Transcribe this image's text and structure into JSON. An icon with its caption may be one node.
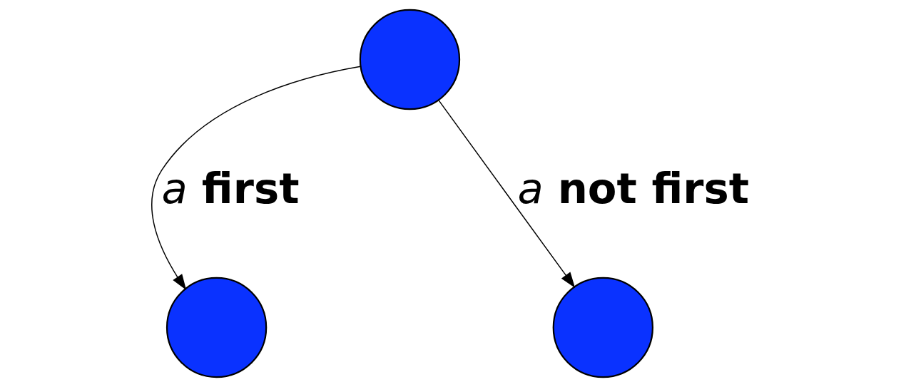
{
  "diagram": {
    "nodes": [
      {
        "text": [],
        "shape": "circle"
      },
      {
        "text": [],
        "shape": "circle"
      },
      {
        "text": [],
        "shape": "circle"
      }
    ],
    "edges": [
      {
        "from": 0,
        "to": 1,
        "arrow": "to",
        "label": "*a* **first**"
      },
      {
        "from": 0,
        "to": 2,
        "arrow": "to",
        "label": "*a* **not first**"
      }
    ]
  }
}
